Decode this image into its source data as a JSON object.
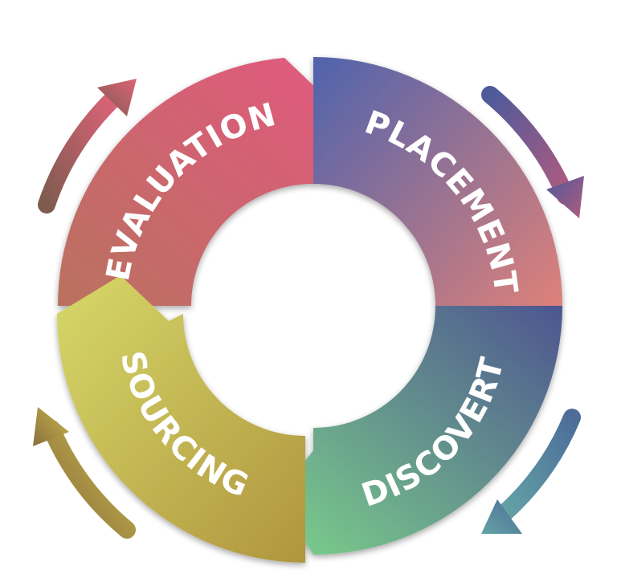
{
  "diagram": {
    "segments": [
      {
        "key": "evaluation",
        "label": "EVALUATION",
        "color_start": "#b9725f",
        "color_end": "#e2587f"
      },
      {
        "key": "placement",
        "label": "PLACEMENT",
        "color_start": "#4f63ad",
        "color_end": "#e88375"
      },
      {
        "key": "discovert",
        "label": "DISCOVERT",
        "color_start": "#4d5590",
        "color_end": "#7bd08a"
      },
      {
        "key": "sourcing",
        "label": "SOURCING",
        "color_start": "#d6d869",
        "color_end": "#b0953e"
      }
    ],
    "arrows": [
      {
        "key": "evaluation",
        "color_start": "#7f5b4f",
        "color_end": "#dd6378"
      },
      {
        "key": "placement",
        "color_start": "#4e5a9a",
        "color_end": "#b05b7f"
      },
      {
        "key": "discovert",
        "color_start": "#4d6d98",
        "color_end": "#64a3a6"
      },
      {
        "key": "sourcing",
        "color_start": "#8a6f3c",
        "color_end": "#c8b64d"
      }
    ]
  }
}
